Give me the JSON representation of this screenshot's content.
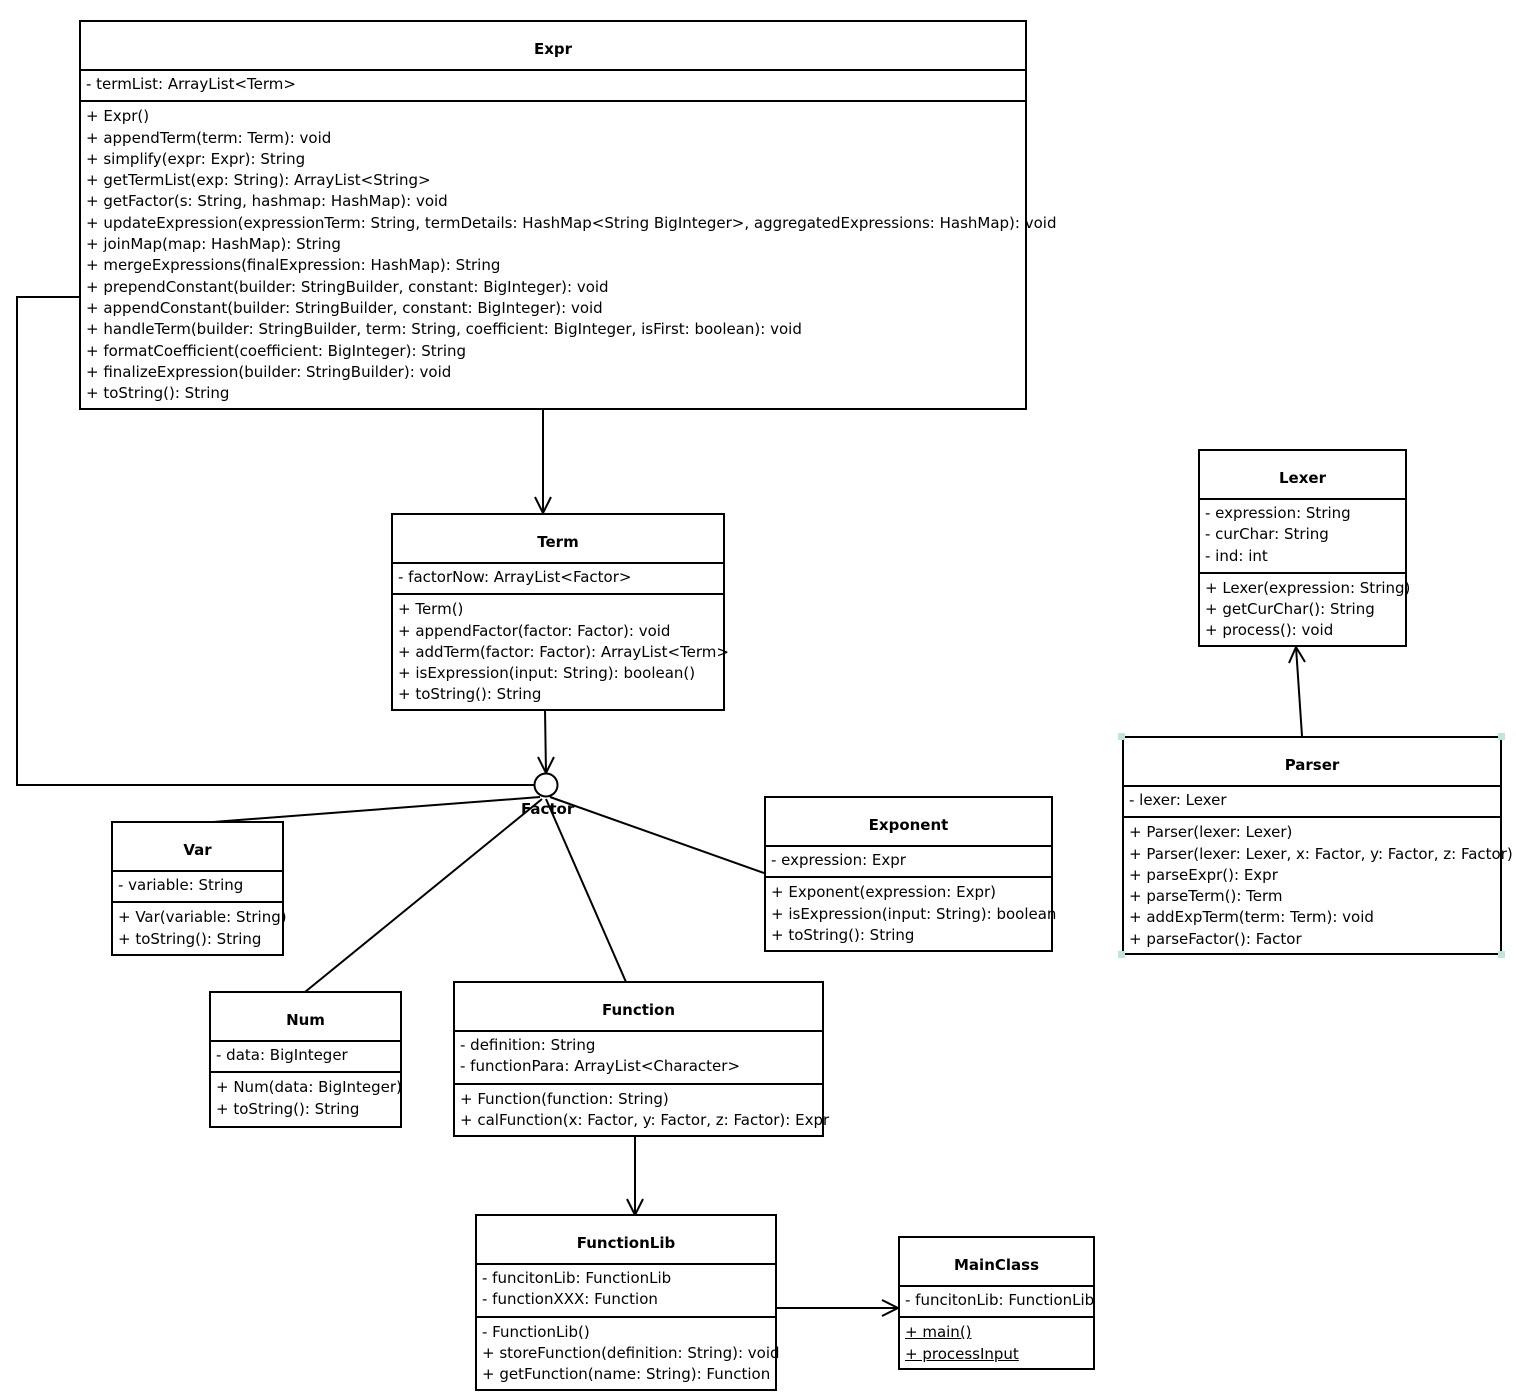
{
  "diagram": {
    "classes": {
      "expr": {
        "name": "Expr",
        "attributes": [
          "- termList: ArrayList<Term>"
        ],
        "operations": [
          "+ Expr()",
          "+ appendTerm(term: Term): void",
          "+ simplify(expr: Expr): String",
          "+ getTermList(exp: String): ArrayList<String>",
          "+ getFactor(s: String, hashmap: HashMap): void",
          "+ updateExpression(expressionTerm: String, termDetails: HashMap<String BigInteger>, aggregatedExpressions: HashMap): void",
          "+ joinMap(map: HashMap): String",
          "+ mergeExpressions(finalExpression: HashMap): String",
          "+ prependConstant(builder: StringBuilder, constant: BigInteger): void",
          "+ appendConstant(builder: StringBuilder, constant: BigInteger): void",
          "+ handleTerm(builder: StringBuilder, term: String, coefficient: BigInteger, isFirst: boolean): void",
          "+ formatCoefficient(coefficient: BigInteger): String",
          "+ finalizeExpression(builder: StringBuilder): void",
          "+ toString(): String"
        ]
      },
      "term": {
        "name": "Term",
        "attributes": [
          "- factorNow: ArrayList<Factor>"
        ],
        "operations": [
          "+ Term()",
          "+ appendFactor(factor: Factor): void",
          "+ addTerm(factor: Factor): ArrayList<Term>",
          "+ isExpression(input: String): boolean()",
          "+ toString(): String"
        ]
      },
      "lexer": {
        "name": "Lexer",
        "attributes": [
          "- expression: String",
          "- curChar: String",
          "- ind: int"
        ],
        "operations": [
          "+ Lexer(expression: String)",
          "+ getCurChar(): String",
          "+ process(): void"
        ]
      },
      "parser": {
        "name": "Parser",
        "attributes": [
          "- lexer: Lexer"
        ],
        "operations": [
          "+ Parser(lexer: Lexer)",
          "+ Parser(lexer: Lexer, x: Factor, y: Factor, z: Factor)",
          "+ parseExpr(): Expr",
          "+ parseTerm(): Term",
          "+ addExpTerm(term: Term): void",
          "+ parseFactor(): Factor"
        ]
      },
      "var": {
        "name": "Var",
        "attributes": [
          "- variable: String"
        ],
        "operations": [
          "+ Var(variable: String)",
          "+ toString(): String"
        ]
      },
      "exponent": {
        "name": "Exponent",
        "attributes": [
          "- expression: Expr"
        ],
        "operations": [
          "+ Exponent(expression: Expr)",
          "+ isExpression(input: String): boolean",
          "+ toString(): String"
        ]
      },
      "num": {
        "name": "Num",
        "attributes": [
          "- data: BigInteger"
        ],
        "operations": [
          "+ Num(data: BigInteger)",
          "+ toString(): String"
        ]
      },
      "function": {
        "name": "Function",
        "attributes": [
          "- definition: String",
          "- functionPara: ArrayList<Character>"
        ],
        "operations": [
          "+ Function(function: String)",
          "+ calFunction(x: Factor, y: Factor, z: Factor): Expr"
        ]
      },
      "functionlib": {
        "name": "FunctionLib",
        "attributes": [
          "- funcitonLib: FunctionLib",
          "- functionXXX: Function"
        ],
        "operations": [
          "- FunctionLib()",
          "+ storeFunction(definition: String): void",
          "+ getFunction(name: String): Function"
        ]
      },
      "mainclass": {
        "name": "MainClass",
        "attributes": [
          "- funcitonLib: FunctionLib"
        ],
        "operations": [
          "+ main()",
          "+ processInput"
        ],
        "static_operations": [
          0,
          1
        ]
      }
    },
    "interface": {
      "name": "Factor"
    },
    "relationships": [
      {
        "from": "Expr",
        "to": "Term",
        "kind": "association"
      },
      {
        "from": "Term",
        "to": "Factor",
        "kind": "association"
      },
      {
        "from": "Expr",
        "to": "Factor",
        "kind": "realization"
      },
      {
        "from": "Var",
        "to": "Factor",
        "kind": "realization"
      },
      {
        "from": "Num",
        "to": "Factor",
        "kind": "realization"
      },
      {
        "from": "Function",
        "to": "Factor",
        "kind": "realization"
      },
      {
        "from": "Exponent",
        "to": "Factor",
        "kind": "realization"
      },
      {
        "from": "Function",
        "to": "FunctionLib",
        "kind": "association"
      },
      {
        "from": "FunctionLib",
        "to": "MainClass",
        "kind": "association"
      },
      {
        "from": "Parser",
        "to": "Lexer",
        "kind": "association"
      }
    ],
    "colors": {
      "line": "#000000",
      "background": "#ffffff",
      "selection_handle": "#bfe6d8"
    }
  }
}
